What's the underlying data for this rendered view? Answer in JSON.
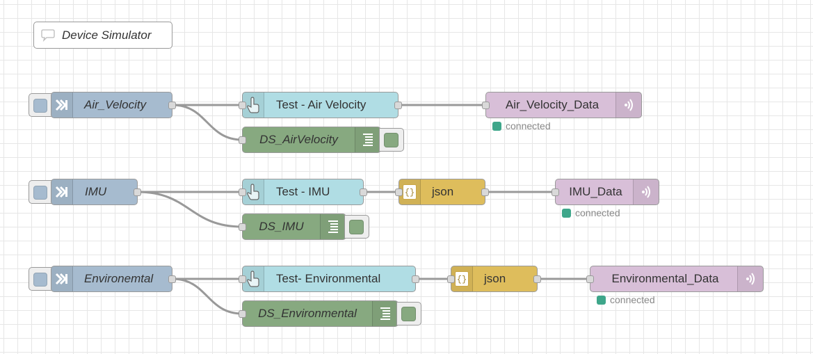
{
  "comment": {
    "label": "Device Simulator",
    "icon": "comment-icon"
  },
  "colors": {
    "inject": "#a6bbcf",
    "change": "#b0dde4",
    "debug": "#87a980",
    "json": "#debd5c",
    "mqtt": "#d8bfd8",
    "status_dot": "#3ea68a"
  },
  "flows": [
    {
      "inject": {
        "label": "Air_Velocity",
        "icon": "arrow-in-icon"
      },
      "test": {
        "label": "Test - Air Velocity",
        "icon": "hand-icon"
      },
      "debug": {
        "label": "DS_AirVelocity",
        "icon": "list-icon"
      },
      "mqtt": {
        "label": "Air_Velocity_Data",
        "icon": "broadcast-icon",
        "status": "connected"
      }
    },
    {
      "inject": {
        "label": "IMU",
        "icon": "arrow-in-icon"
      },
      "test": {
        "label": "Test - IMU",
        "icon": "hand-icon"
      },
      "json": {
        "label": "json",
        "icon": "braces-icon"
      },
      "debug": {
        "label": "DS_IMU",
        "icon": "list-icon"
      },
      "mqtt": {
        "label": "IMU_Data",
        "icon": "broadcast-icon",
        "status": "connected"
      }
    },
    {
      "inject": {
        "label": "Environemtal",
        "icon": "arrow-in-icon"
      },
      "test": {
        "label": "Test- Environmental",
        "icon": "hand-icon"
      },
      "json": {
        "label": "json",
        "icon": "braces-icon"
      },
      "debug": {
        "label": "DS_Environmental",
        "icon": "list-icon"
      },
      "mqtt": {
        "label": "Environmental_Data",
        "icon": "broadcast-icon",
        "status": "connected"
      }
    }
  ]
}
